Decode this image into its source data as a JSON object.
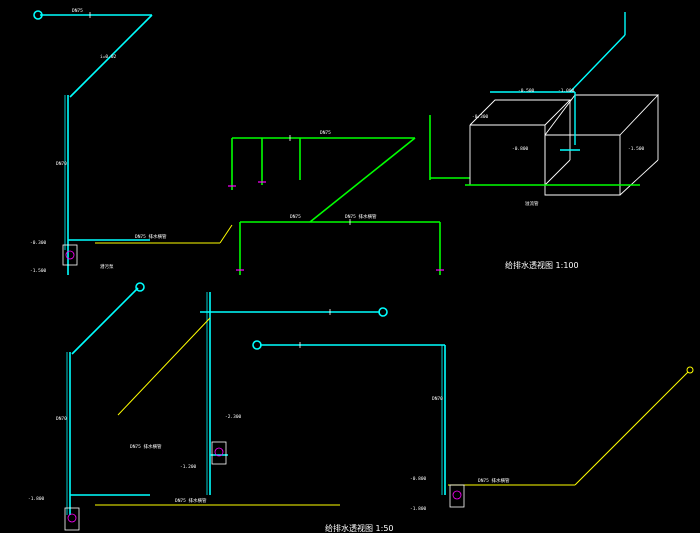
{
  "colors": {
    "background": "#000000",
    "pipe_cyan": "#00ffff",
    "pipe_green": "#00ff00",
    "drain_yellow": "#ffff00",
    "tank_white": "#ffffff",
    "fitting_magenta": "#ff00ff",
    "text_white": "#ffffff",
    "text_green": "#00ff00"
  },
  "labels": {
    "dn75_a": "DN75",
    "slope_a": "i=0.02",
    "dn75_mid1": "DN75",
    "dn75_mid2": "DN75",
    "dn75_drain_a": "DN75 排水横管",
    "dn75_drain_b": "DN75 排水横管",
    "dn75_drain_c": "DN75 排水横管",
    "dn75_drain_d": "DN75 排水横管",
    "dn75_drain_e": "DN75 排水横管",
    "dn70_a": "DN70",
    "dn70_b": "DN70",
    "dn70_c": "DN70",
    "lev_1": "-0.300",
    "lev_2": "-1.500",
    "lev_3": "-1.800",
    "lev_4": "-0.500",
    "lev_5": "-1.000",
    "lev_6": "-0.300",
    "lev_7": "-0.800",
    "lev_8": "-1.500",
    "lev_9": "-2.300",
    "lev_10": "-1.200",
    "lev_11": "-0.800",
    "lev_12": "-1.800",
    "tank_note": "溢流管",
    "pump_note": "潜污泵",
    "title_top": "给排水透视图 1:100",
    "title_bottom": "给排水透视图 1:50"
  }
}
